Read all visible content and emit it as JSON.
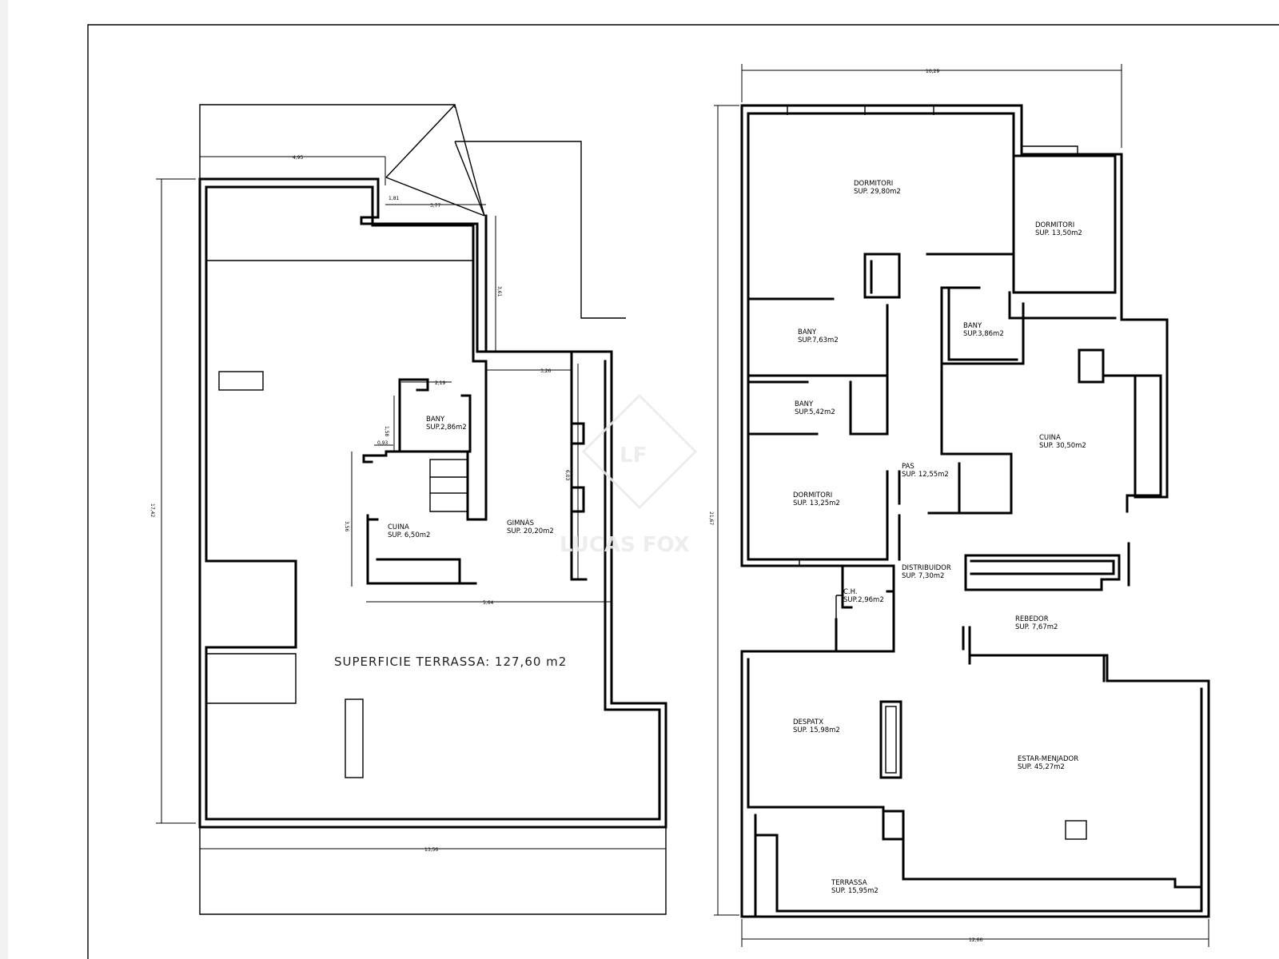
{
  "terrace_plan": {
    "surface_label": "SUPERFICIE TERRASSA:  127,60  m2",
    "rooms": [
      {
        "name": "BANY",
        "area": "SUP.2,86m2"
      },
      {
        "name": "CUINA",
        "area": "SUP. 6,50m2"
      },
      {
        "name": "GIMNÀS",
        "area": "SUP. 20,20m2"
      }
    ],
    "dimensions": [
      "4,95",
      "1,81",
      "3,77",
      "3,61",
      "3,26",
      "2,19",
      "1,58",
      "0,93",
      "3,56",
      "6,03",
      "5,64",
      "17,42",
      "13,56"
    ]
  },
  "main_plan": {
    "rooms": [
      {
        "name": "DORMITORI",
        "area": "SUP. 29,80m2"
      },
      {
        "name": "DORMITORI",
        "area": "SUP. 13,50m2"
      },
      {
        "name": "BANY",
        "area": "SUP.7,63m2"
      },
      {
        "name": "BANY",
        "area": "SUP.3,86m2"
      },
      {
        "name": "BANY",
        "area": "SUP.5,42m2"
      },
      {
        "name": "CUINA",
        "area": "SUP. 30,50m2"
      },
      {
        "name": "PAS",
        "area": "SUP. 12,55m2"
      },
      {
        "name": "DORMITORI",
        "area": "SUP. 13,25m2"
      },
      {
        "name": "DISTRIBUIDOR",
        "area": "SUP. 7,30m2"
      },
      {
        "name": "C.H.",
        "area": "SUP.2,96m2"
      },
      {
        "name": "REBEDOR",
        "area": "SUP. 7,67m2"
      },
      {
        "name": "DESPATX",
        "area": "SUP. 15,98m2"
      },
      {
        "name": "ESTAR-MENJADOR",
        "area": "SUP. 45,27m2"
      },
      {
        "name": "TERRASSA",
        "area": "SUP. 15,95m2"
      }
    ],
    "dimensions": [
      "10,29",
      "21,67",
      "12,66"
    ]
  },
  "watermark": {
    "initials": "LF",
    "brand": "LUCAS FOX"
  }
}
